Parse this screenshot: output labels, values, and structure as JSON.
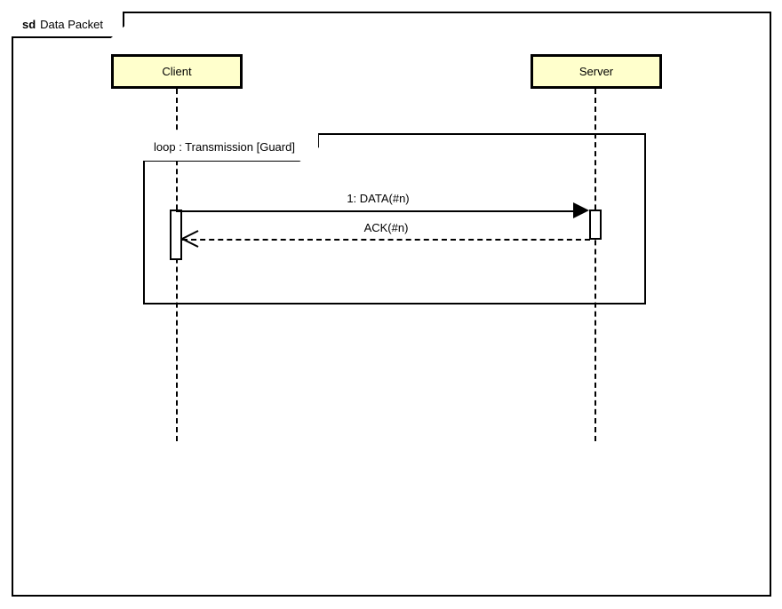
{
  "diagram": {
    "type": "uml-sequence-diagram",
    "frame": {
      "keyword": "sd",
      "name": "Data Packet"
    },
    "lifelines": [
      {
        "id": "client",
        "label": "Client"
      },
      {
        "id": "server",
        "label": "Server"
      }
    ],
    "fragment": {
      "operator": "loop",
      "label": "loop : Transmission  [Guard]",
      "interaction_name": "Transmission",
      "guard": "[Guard]"
    },
    "messages": [
      {
        "id": "data",
        "label": "1: DATA(#n)",
        "sequence": "1",
        "signature": "DATA(#n)",
        "from": "client",
        "to": "server",
        "style": "solid",
        "arrowhead": "filled"
      },
      {
        "id": "ack",
        "label": "ACK(#n)",
        "signature": "ACK(#n)",
        "from": "server",
        "to": "client",
        "style": "dashed",
        "arrowhead": "open"
      }
    ],
    "colors": {
      "lifeline_head_fill": "#FFFFCC",
      "stroke": "#000000",
      "background": "#FFFFFF"
    }
  }
}
